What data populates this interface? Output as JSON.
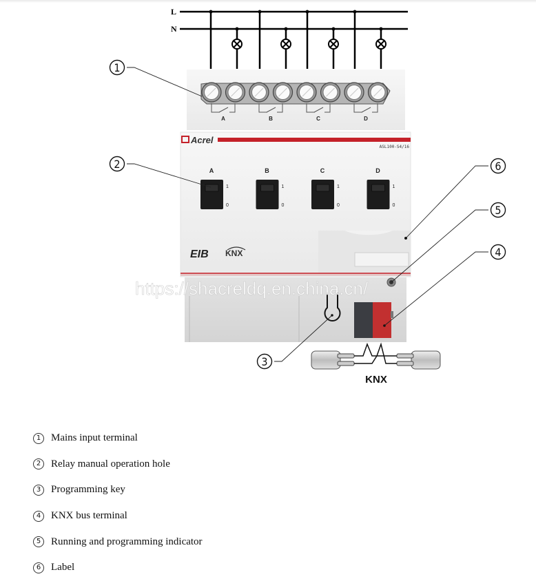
{
  "wiring": {
    "line_label": "L",
    "neutral_label": "N"
  },
  "device": {
    "brand": "Acrel",
    "model": "ASL100-S4/16",
    "channels": [
      {
        "label": "A",
        "on": "1",
        "off": "0"
      },
      {
        "label": "B",
        "on": "1",
        "off": "0"
      },
      {
        "label": "C",
        "on": "1",
        "off": "0"
      },
      {
        "label": "D",
        "on": "1",
        "off": "0"
      }
    ],
    "logos": {
      "eib": "EIB",
      "knx": "KNX"
    },
    "bus_label": "KNX",
    "colors": {
      "brand_red": "#c4222a",
      "terminal_red": "#c23030",
      "terminal_dark": "#3b3d42"
    }
  },
  "watermark": "https://shacreldq.en.china.cn/",
  "callouts": [
    {
      "num": "1"
    },
    {
      "num": "2"
    },
    {
      "num": "3"
    },
    {
      "num": "4"
    },
    {
      "num": "5"
    },
    {
      "num": "6"
    }
  ],
  "legend": [
    {
      "num": "①",
      "text": "Mains input terminal"
    },
    {
      "num": "②",
      "text": "Relay manual operation hole"
    },
    {
      "num": "③",
      "text": "Programming key"
    },
    {
      "num": "④",
      "text": "KNX bus terminal"
    },
    {
      "num": "⑤",
      "text": "Running and programming indicator"
    },
    {
      "num": "⑥",
      "text": "Label"
    }
  ]
}
